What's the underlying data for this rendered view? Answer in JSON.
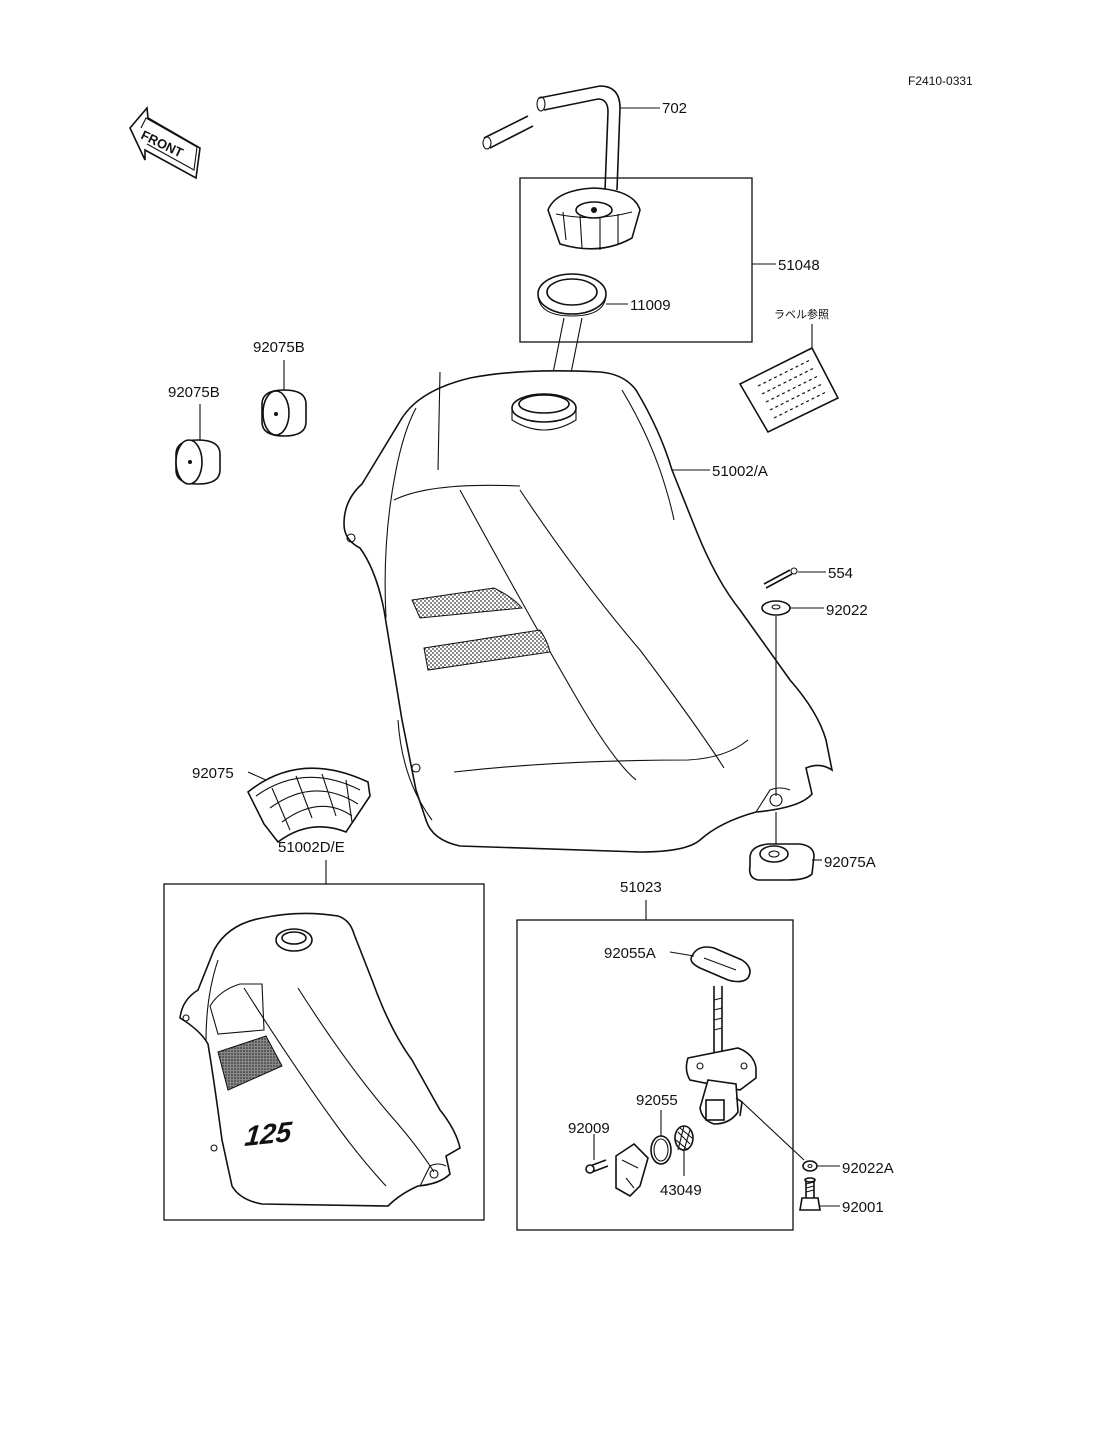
{
  "figure_code": "F2410-0331",
  "front_arrow_label": "FRONT",
  "label_reference": "ラベル参照",
  "tank_badge": "125",
  "parts": {
    "p702": "702",
    "p51048": "51048",
    "p11009": "11009",
    "p51002a": "51002/A",
    "p554": "554",
    "p92022": "92022",
    "p92075b_right": "92075B",
    "p92075b_left": "92075B",
    "p92075": "92075",
    "p92075a": "92075A",
    "p51002de": "51002D/E",
    "p51023": "51023",
    "p92055a": "92055A",
    "p92055": "92055",
    "p92009": "92009",
    "p43049": "43049",
    "p92022a": "92022A",
    "p92001": "92001"
  }
}
